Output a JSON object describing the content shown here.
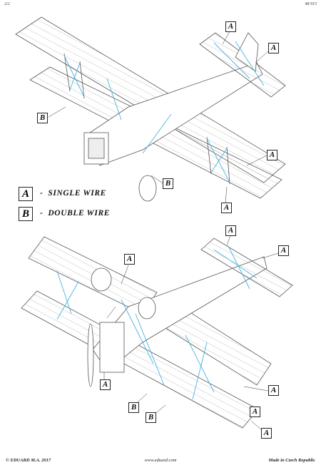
{
  "header": {
    "sheet": "2/2",
    "code": "48 915"
  },
  "footer": {
    "copyright": "© EDUARD  M.A. 2017",
    "website": "www.eduard.com",
    "origin": "Made in Czech Republic"
  },
  "legend": [
    {
      "key": "A",
      "sep": "-",
      "label": "SINGLE WIRE"
    },
    {
      "key": "B",
      "sep": "-",
      "label": "DOUBLE WIRE"
    }
  ],
  "callouts": {
    "top": [
      "A",
      "A",
      "B",
      "B",
      "A",
      "A"
    ],
    "bottom": [
      "A",
      "A",
      "A",
      "A",
      "A",
      "B",
      "B",
      "A",
      "A"
    ]
  },
  "colors": {
    "wire": "#48b4e0",
    "line": "#555555"
  }
}
